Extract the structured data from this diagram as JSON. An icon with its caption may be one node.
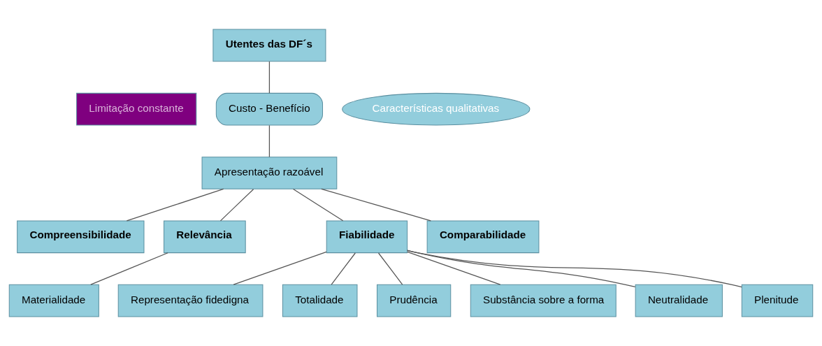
{
  "diagram": {
    "nodes": [
      {
        "text": [
          "Utentes das DF´s"
        ]
      },
      {
        "text": [
          "Limitação constante"
        ]
      },
      {
        "text": [
          "Custo - Benefício"
        ]
      },
      {
        "text": [
          "Características qualitativas"
        ]
      },
      {
        "text": [
          "Apresentação razoável"
        ]
      },
      {
        "text": [
          "Compreensibilidade"
        ]
      },
      {
        "text": [
          "Relevância"
        ]
      },
      {
        "text": [
          "Fiabilidade"
        ]
      },
      {
        "text": [
          "Comparabilidade"
        ]
      },
      {
        "text": [
          "Materialidade"
        ]
      },
      {
        "text": [
          "Representação fidedigna"
        ]
      },
      {
        "text": [
          "Totalidade"
        ]
      },
      {
        "text": [
          "Prudência"
        ]
      },
      {
        "text": [
          "Substância sobre a forma"
        ]
      },
      {
        "text": [
          "Neutralidade"
        ]
      },
      {
        "text": [
          "Plenitude"
        ]
      }
    ],
    "edges": [
      {
        "from": 0,
        "to": 2,
        "arrow": "none"
      },
      {
        "from": 2,
        "to": 4,
        "arrow": "none"
      },
      {
        "from": 4,
        "to": 5,
        "arrow": "none"
      },
      {
        "from": 4,
        "to": 6,
        "arrow": "none"
      },
      {
        "from": 4,
        "to": 7,
        "arrow": "none"
      },
      {
        "from": 4,
        "to": 8,
        "arrow": "none"
      },
      {
        "from": 6,
        "to": 9,
        "arrow": "none"
      },
      {
        "from": 7,
        "to": 10,
        "arrow": "none"
      },
      {
        "from": 7,
        "to": 11,
        "arrow": "none"
      },
      {
        "from": 7,
        "to": 12,
        "arrow": "none"
      },
      {
        "from": 7,
        "to": 13,
        "arrow": "none"
      },
      {
        "from": 7,
        "to": 14,
        "arrow": "none"
      },
      {
        "from": 7,
        "to": 15,
        "arrow": "none"
      }
    ]
  }
}
